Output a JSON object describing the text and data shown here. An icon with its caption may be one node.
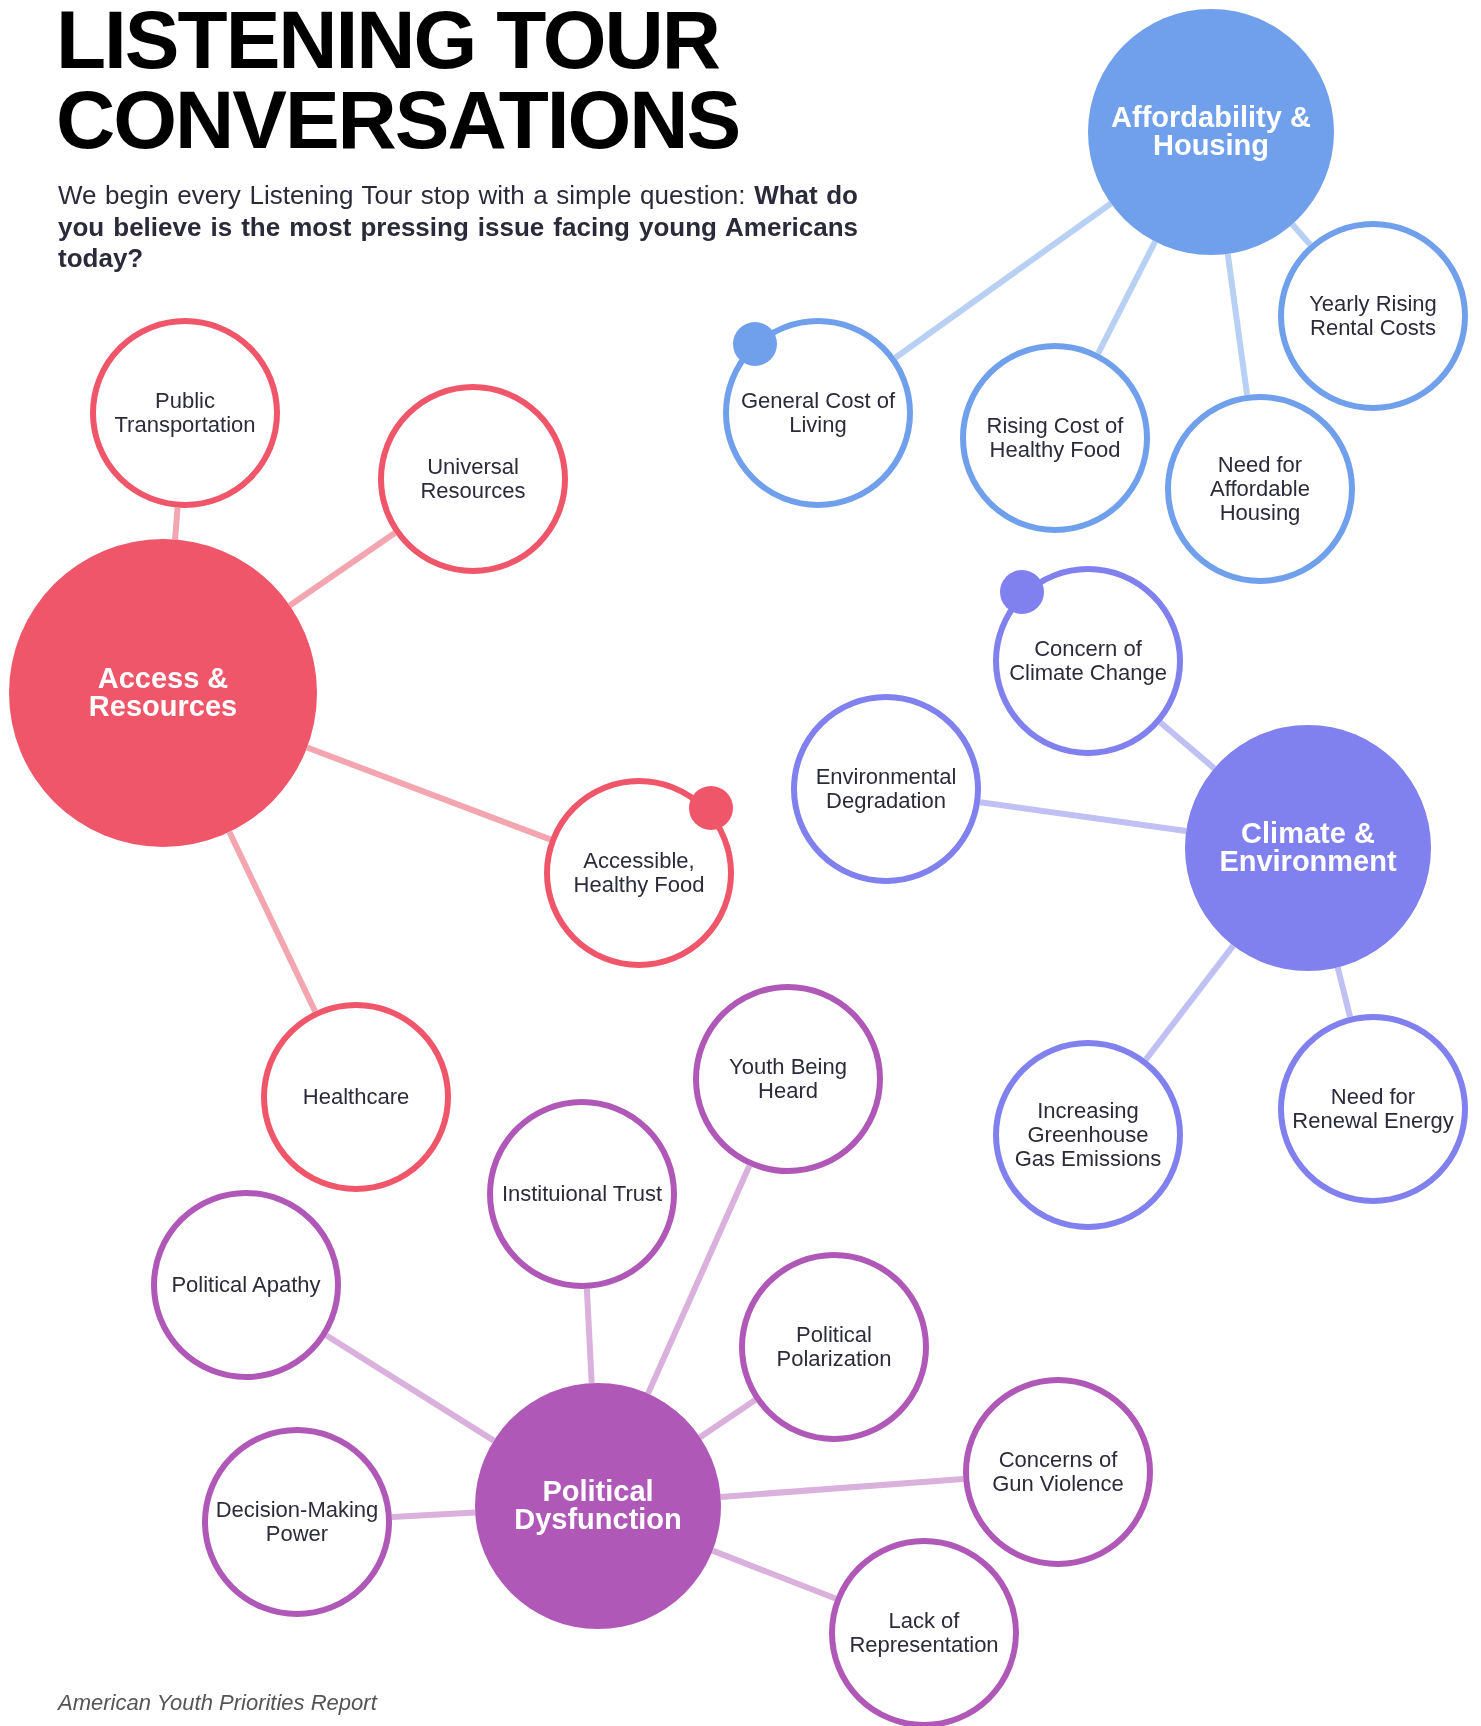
{
  "diagram": {
    "title": "LISTENING TOUR CONVERSATIONS",
    "caption": "American Youth Priorities Report",
    "labels": [
      "We begin every Listening Tour stop with a simple question: **What do you believe is the most pressing issue facing young Americans today?**"
    ],
    "nodes": [
      {
        "text": [
          "Affordability & Housing"
        ]
      },
      {
        "text": [
          "General Cost of Living"
        ]
      },
      {
        "text": [
          "Rising Cost of Healthy Food"
        ]
      },
      {
        "text": [
          "Need for Affordable Housing"
        ]
      },
      {
        "text": [
          "Yearly Rising Rental Costs"
        ]
      },
      {
        "text": [
          "Public Transportation"
        ]
      },
      {
        "text": [
          "Universal Resources"
        ]
      },
      {
        "text": [
          "Access & Resources"
        ]
      },
      {
        "text": [
          "Accessible, Healthy Food"
        ]
      },
      {
        "text": [
          "Concern of Climate Change"
        ]
      },
      {
        "text": [
          "Environmental Degradation"
        ]
      },
      {
        "text": [
          "Climate & Environment"
        ]
      },
      {
        "text": [
          "Healthcare"
        ]
      },
      {
        "text": [
          "Youth Being Heard"
        ]
      },
      {
        "text": [
          "Need for Renewal Energy"
        ]
      },
      {
        "text": [
          "Increasing Greenhouse Gas Emissions"
        ]
      },
      {
        "text": [
          "Instituional Trust"
        ]
      },
      {
        "text": [
          "Political Apathy"
        ]
      },
      {
        "text": [
          "Political Polarization"
        ]
      },
      {
        "text": [
          "Political Dysfunction"
        ]
      },
      {
        "text": [
          "Concerns of Gun Violence"
        ]
      },
      {
        "text": [
          "Decision-Making Power"
        ]
      },
      {
        "text": [
          "Lack of Representation"
        ]
      }
    ],
    "edges": [
      {
        "from": 0,
        "to": 1,
        "arrow": "none",
        "color": "#b8d0f4"
      },
      {
        "from": 0,
        "to": 2,
        "arrow": "none",
        "color": "#b8d0f4"
      },
      {
        "from": 0,
        "to": 3,
        "arrow": "none",
        "color": "#b8d0f4"
      },
      {
        "from": 0,
        "to": 4,
        "arrow": "none",
        "color": "#b8d0f4"
      },
      {
        "from": 7,
        "to": 5,
        "arrow": "none",
        "color": "#f4a6b0"
      },
      {
        "from": 7,
        "to": 6,
        "arrow": "none",
        "color": "#f4a6b0"
      },
      {
        "from": 7,
        "to": 8,
        "arrow": "none",
        "color": "#f4a6b0"
      },
      {
        "from": 7,
        "to": 12,
        "arrow": "none",
        "color": "#f4a6b0"
      },
      {
        "from": 11,
        "to": 9,
        "arrow": "none",
        "color": "#c0c0f4"
      },
      {
        "from": 11,
        "to": 10,
        "arrow": "none",
        "color": "#c0c0f4"
      },
      {
        "from": 11,
        "to": 15,
        "arrow": "none",
        "color": "#c0c0f4"
      },
      {
        "from": 11,
        "to": 14,
        "arrow": "none",
        "color": "#c0c0f4"
      },
      {
        "from": 19,
        "to": 13,
        "arrow": "none"
      },
      {
        "from": 19,
        "to": 16,
        "arrow": "none"
      },
      {
        "from": 19,
        "to": 17,
        "arrow": "none"
      },
      {
        "from": 19,
        "to": 18,
        "arrow": "none"
      },
      {
        "from": 19,
        "to": 20,
        "arrow": "none"
      },
      {
        "from": 19,
        "to": 21,
        "arrow": "none"
      },
      {
        "from": 19,
        "to": 22,
        "arrow": "none"
      }
    ]
  }
}
